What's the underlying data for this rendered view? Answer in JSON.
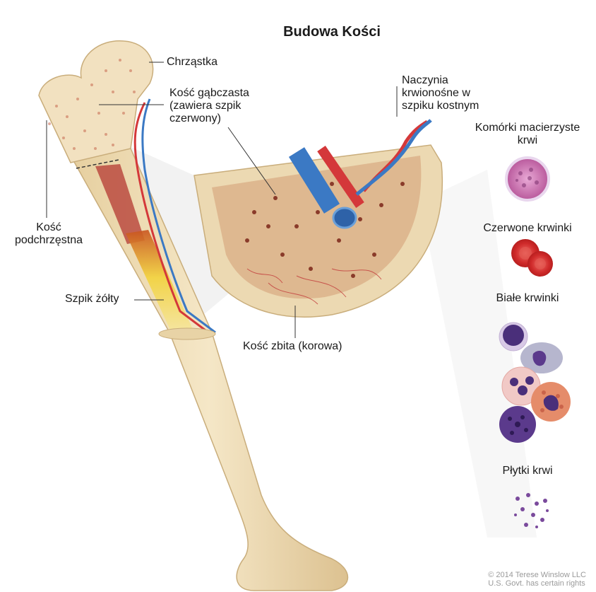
{
  "title": "Budowa Kości",
  "labels": {
    "cartilage": "Chrząstka",
    "spongy_bone": "Kość gąbczasta\n(zawiera szpik\nczerwony)",
    "blood_vessels": "Naczynia\nkrwionośne w\nszpiku kostnym",
    "subchondral_bone": "Kość\npodchrzęstna",
    "yellow_marrow": "Szpik żółty",
    "compact_bone": "Kość zbita (korowa)"
  },
  "cells": {
    "stem_cells": "Komórki macierzyste\nkrwi",
    "red_cells": "Czerwone krwinki",
    "white_cells": "Białe krwinki",
    "platelets": "Płytki krwi"
  },
  "copyright": "© 2014 Terese Winslow LLC\nU.S. Govt. has certain rights",
  "colors": {
    "bone": "#efdcb4",
    "bone_shade": "#d9bf8e",
    "marrow_red": "#b8423a",
    "yellow_marrow": "#f2d23c",
    "artery": "#d4383a",
    "vein": "#3b79c4",
    "stem_cell": "#d98ac0",
    "rbc": "#e03535",
    "wbc_purple": "#5b3a8c"
  }
}
